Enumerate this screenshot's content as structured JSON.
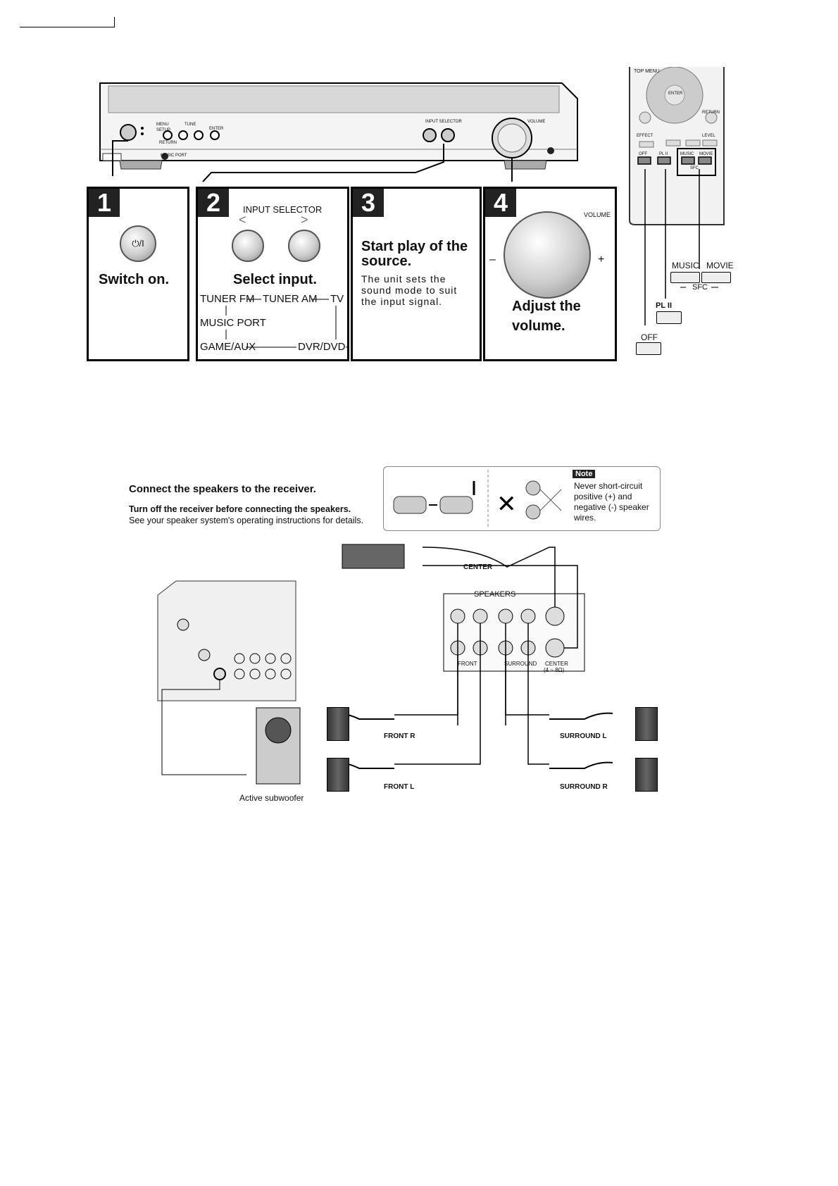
{
  "steps": [
    {
      "num": "1",
      "title": "Switch on.",
      "button_symbol": "⏻/I"
    },
    {
      "num": "2",
      "title": "Select input.",
      "selector_label": "INPUT SELECTOR",
      "inputs": {
        "tuner_fm": "TUNER FM",
        "tuner_am": "TUNER AM",
        "tv": "TV",
        "music_port": "MUSIC PORT",
        "game_aux": "GAME/AUX",
        "dvr_dvdp": "DVR/DVD-P"
      }
    },
    {
      "num": "3",
      "title": "Start play of the source.",
      "desc": "The unit sets the sound mode to suit the input signal."
    },
    {
      "num": "4",
      "title_line1": "Adjust the",
      "title_line2": "volume.",
      "volume_label": "VOLUME",
      "minus": "–",
      "plus": "+"
    }
  ],
  "receiver_labels": {
    "menu": "MENU",
    "setup": "SETUP",
    "return": "RETURN",
    "tune": "TUNE",
    "enter": "ENTER",
    "input_selector": "INPUT SELECTOR",
    "volume": "VOLUME",
    "music_port": "MUSIC PORT"
  },
  "remote": {
    "top_menu": "TOP MENU",
    "enter": "ENTER",
    "return": "RETURN",
    "effect": "EFFECT",
    "level": "LEVEL",
    "off": "OFF",
    "plii": "PL II",
    "music": "MUSIC",
    "movie": "MOVIE",
    "sfc": "SFC",
    "callout_music": "MUSIC",
    "callout_movie": "MOVIE",
    "callout_sfc": "SFC",
    "callout_plii": "PL II",
    "callout_off": "OFF"
  },
  "speakers_section": {
    "title": "Connect the speakers to the receiver.",
    "line1": "Turn off the receiver before connecting the speakers.",
    "line2": "See your speaker system's operating instructions for details.",
    "note_badge": "Note",
    "note_text": "Never short-circuit positive (+) and negative (-) speaker wires.",
    "speakers_label": "SPEAKERS",
    "terminals": {
      "front": "FRONT",
      "surround": "SURROUND",
      "center": "CENTER",
      "center_ohm": "(4 ~ 8Ω)"
    },
    "center": "CENTER",
    "front_r": "FRONT R",
    "front_l": "FRONT L",
    "surround_l": "SURROUND L",
    "surround_r": "SURROUND R",
    "subwoofer": "Active subwoofer"
  }
}
